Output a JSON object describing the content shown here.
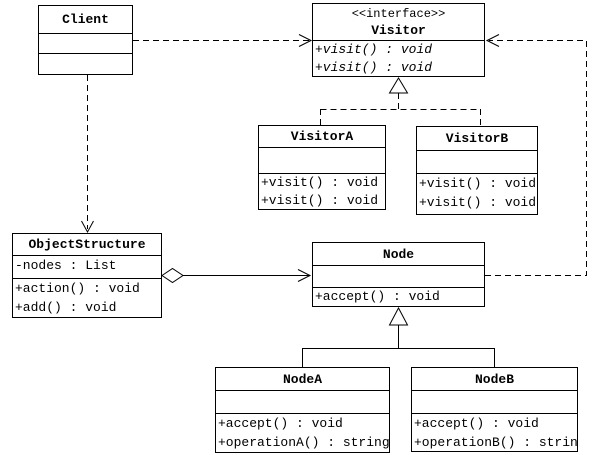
{
  "colors": {
    "line": "#000000",
    "background": "#ffffff",
    "box_fill": "#ffffff"
  },
  "classes": {
    "client": {
      "name": "Client"
    },
    "visitor": {
      "stereotype": "<<interface>>",
      "name": "Visitor",
      "methods": [
        "+visit() : void",
        "+visit() : void"
      ]
    },
    "visitor_a": {
      "name": "VisitorA",
      "methods": [
        "+visit() : void",
        "+visit() : void"
      ]
    },
    "visitor_b": {
      "name": "VisitorB",
      "methods": [
        "+visit() : void",
        "+visit() : void"
      ]
    },
    "object_structure": {
      "name": "ObjectStructure",
      "attributes": [
        "-nodes : List"
      ],
      "methods": [
        "+action() : void",
        "+add() : void"
      ]
    },
    "node": {
      "name": "Node",
      "methods": [
        "+accept() : void"
      ]
    },
    "node_a": {
      "name": "NodeA",
      "methods": [
        "+accept() : void",
        "+operationA() : string"
      ]
    },
    "node_b": {
      "name": "NodeB",
      "methods": [
        "+accept() : void",
        "+operationB() : string"
      ]
    }
  },
  "relationships": [
    {
      "from": "Client",
      "to": "Visitor",
      "type": "dependency-dashed-open-arrow"
    },
    {
      "from": "Client",
      "to": "ObjectStructure",
      "type": "dependency-dashed-open-arrow"
    },
    {
      "from": "ObjectStructure",
      "to": "Node",
      "type": "aggregation-open-diamond-open-arrow"
    },
    {
      "from": "VisitorA",
      "to": "Visitor",
      "type": "realization-dashed-hollow-triangle"
    },
    {
      "from": "VisitorB",
      "to": "Visitor",
      "type": "realization-dashed-hollow-triangle"
    },
    {
      "from": "NodeA",
      "to": "Node",
      "type": "generalization-solid-hollow-triangle"
    },
    {
      "from": "NodeB",
      "to": "Node",
      "type": "generalization-solid-hollow-triangle"
    },
    {
      "from": "Node",
      "to": "Visitor",
      "type": "dependency-dashed-open-arrow"
    }
  ]
}
